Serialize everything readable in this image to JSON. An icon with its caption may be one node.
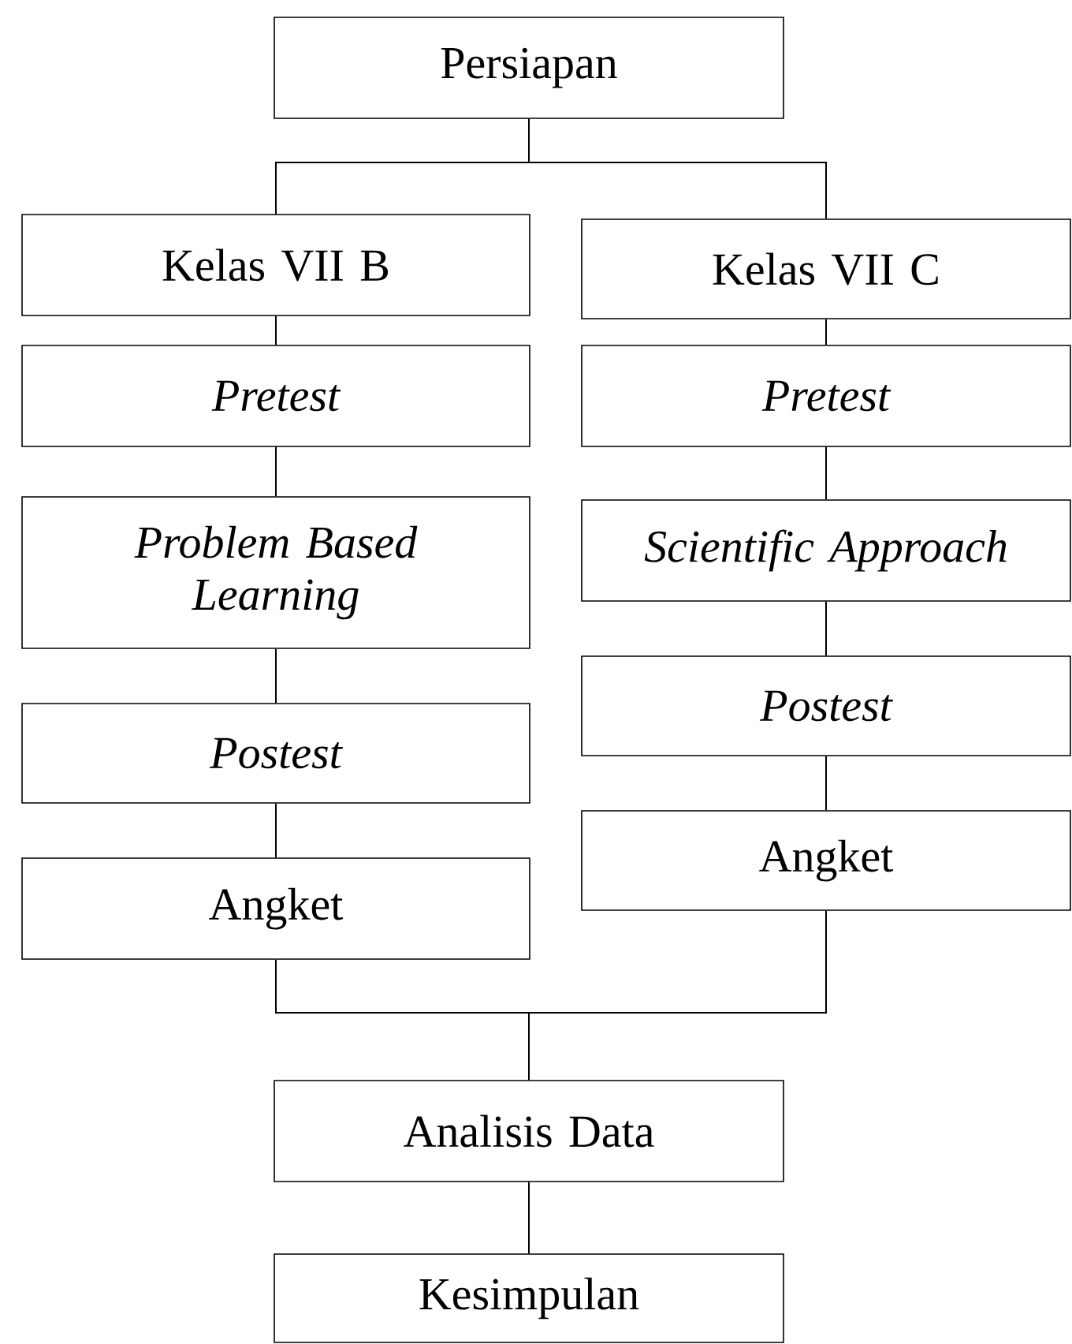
{
  "diagram": {
    "nodes": [
      {
        "text": [
          "Persiapan"
        ]
      },
      {
        "text": [
          "Kelas VII B"
        ]
      },
      {
        "text": [
          "Kelas VII C"
        ]
      },
      {
        "text": [
          "Pretest"
        ]
      },
      {
        "text": [
          "Pretest"
        ]
      },
      {
        "text": [
          "Problem Based Learning"
        ]
      },
      {
        "text": [
          "Scientific Approach"
        ]
      },
      {
        "text": [
          "Postest"
        ]
      },
      {
        "text": [
          "Postest"
        ]
      },
      {
        "text": [
          "Angket"
        ]
      },
      {
        "text": [
          "Angket"
        ]
      },
      {
        "text": [
          "Analisis Data"
        ]
      },
      {
        "text": [
          "Kesimpulan"
        ]
      }
    ],
    "edges": [
      {
        "from": 0,
        "to": 1,
        "arrow": "none"
      },
      {
        "from": 0,
        "to": 2,
        "arrow": "none"
      },
      {
        "from": 1,
        "to": 3,
        "arrow": "none"
      },
      {
        "from": 3,
        "to": 5,
        "arrow": "none"
      },
      {
        "from": 5,
        "to": 7,
        "arrow": "none"
      },
      {
        "from": 7,
        "to": 9,
        "arrow": "none"
      },
      {
        "from": 2,
        "to": 4,
        "arrow": "none"
      },
      {
        "from": 4,
        "to": 6,
        "arrow": "none"
      },
      {
        "from": 6,
        "to": 8,
        "arrow": "none"
      },
      {
        "from": 8,
        "to": 10,
        "arrow": "none"
      },
      {
        "from": 9,
        "to": 11,
        "arrow": "none"
      },
      {
        "from": 10,
        "to": 11,
        "arrow": "none"
      },
      {
        "from": 11,
        "to": 12,
        "arrow": "none"
      }
    ]
  }
}
